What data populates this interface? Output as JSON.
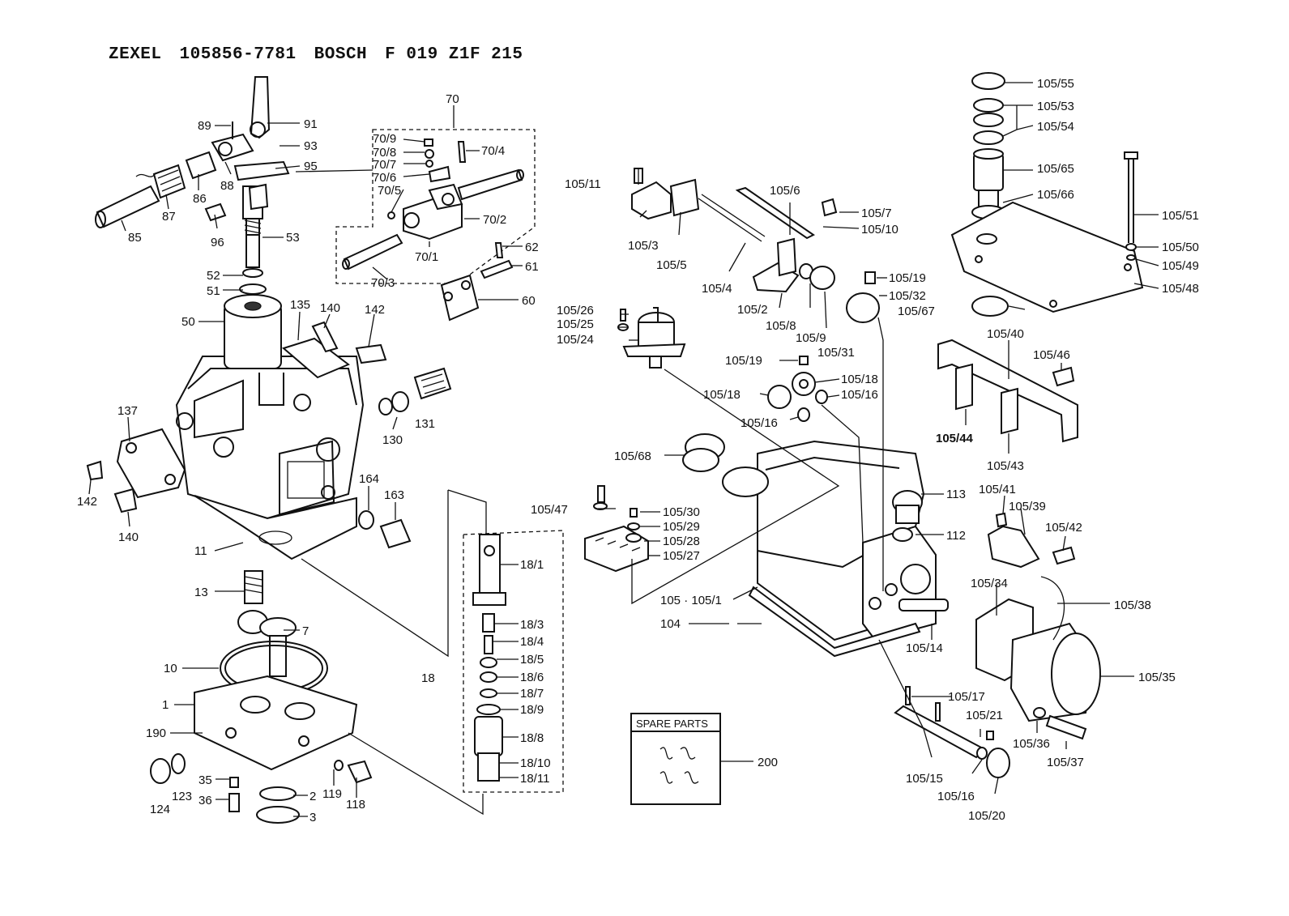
{
  "header": {
    "brand": "ZEXEL",
    "part_number": "105856-7781",
    "maker": "BOSCH",
    "maker_number": "F 019 Z1F 215"
  },
  "spare_parts_box": {
    "label": "SPARE PARTS",
    "callout": "200"
  },
  "labels_left": [
    "89",
    "91",
    "93",
    "95",
    "88",
    "86",
    "87",
    "85",
    "96",
    "53",
    "52",
    "51",
    "50",
    "135",
    "140",
    "142",
    "131",
    "130",
    "137",
    "142",
    "140",
    "164",
    "163",
    "11",
    "13",
    "7",
    "10",
    "1",
    "190",
    "35",
    "36",
    "124",
    "123",
    "2",
    "3",
    "119",
    "118",
    "70",
    "70/9",
    "70/8",
    "70/7",
    "70/6",
    "70/5",
    "70/4",
    "70/2",
    "70/1",
    "70/3",
    "62",
    "61",
    "60",
    "18",
    "18/1",
    "18/3",
    "18/4",
    "18/5",
    "18/6",
    "18/7",
    "18/9",
    "18/8",
    "18/10",
    "18/11"
  ],
  "labels_right": [
    "105/11",
    "105/3",
    "105/5",
    "105/6",
    "105/7",
    "105/10",
    "105/4",
    "105/2",
    "105/8",
    "105/9",
    "105/19",
    "105/32",
    "105/31",
    "105/26",
    "105/25",
    "105/24",
    "105/19",
    "105/18",
    "105/18",
    "105/16",
    "105/16",
    "105/68",
    "105/47",
    "105/30",
    "105/29",
    "105/28",
    "105/27",
    "113",
    "112",
    "105 · 105/1",
    "104",
    "105/14",
    "105/17",
    "105/15",
    "105/16",
    "105/21",
    "105/20",
    "105/55",
    "105/53",
    "105/54",
    "105/65",
    "105/66",
    "105/51",
    "105/50",
    "105/49",
    "105/48",
    "105/67",
    "105/40",
    "105/46",
    "105/44",
    "105/43",
    "105/41",
    "105/39",
    "105/42",
    "105/34",
    "105/38",
    "105/35",
    "105/36",
    "105/37"
  ]
}
